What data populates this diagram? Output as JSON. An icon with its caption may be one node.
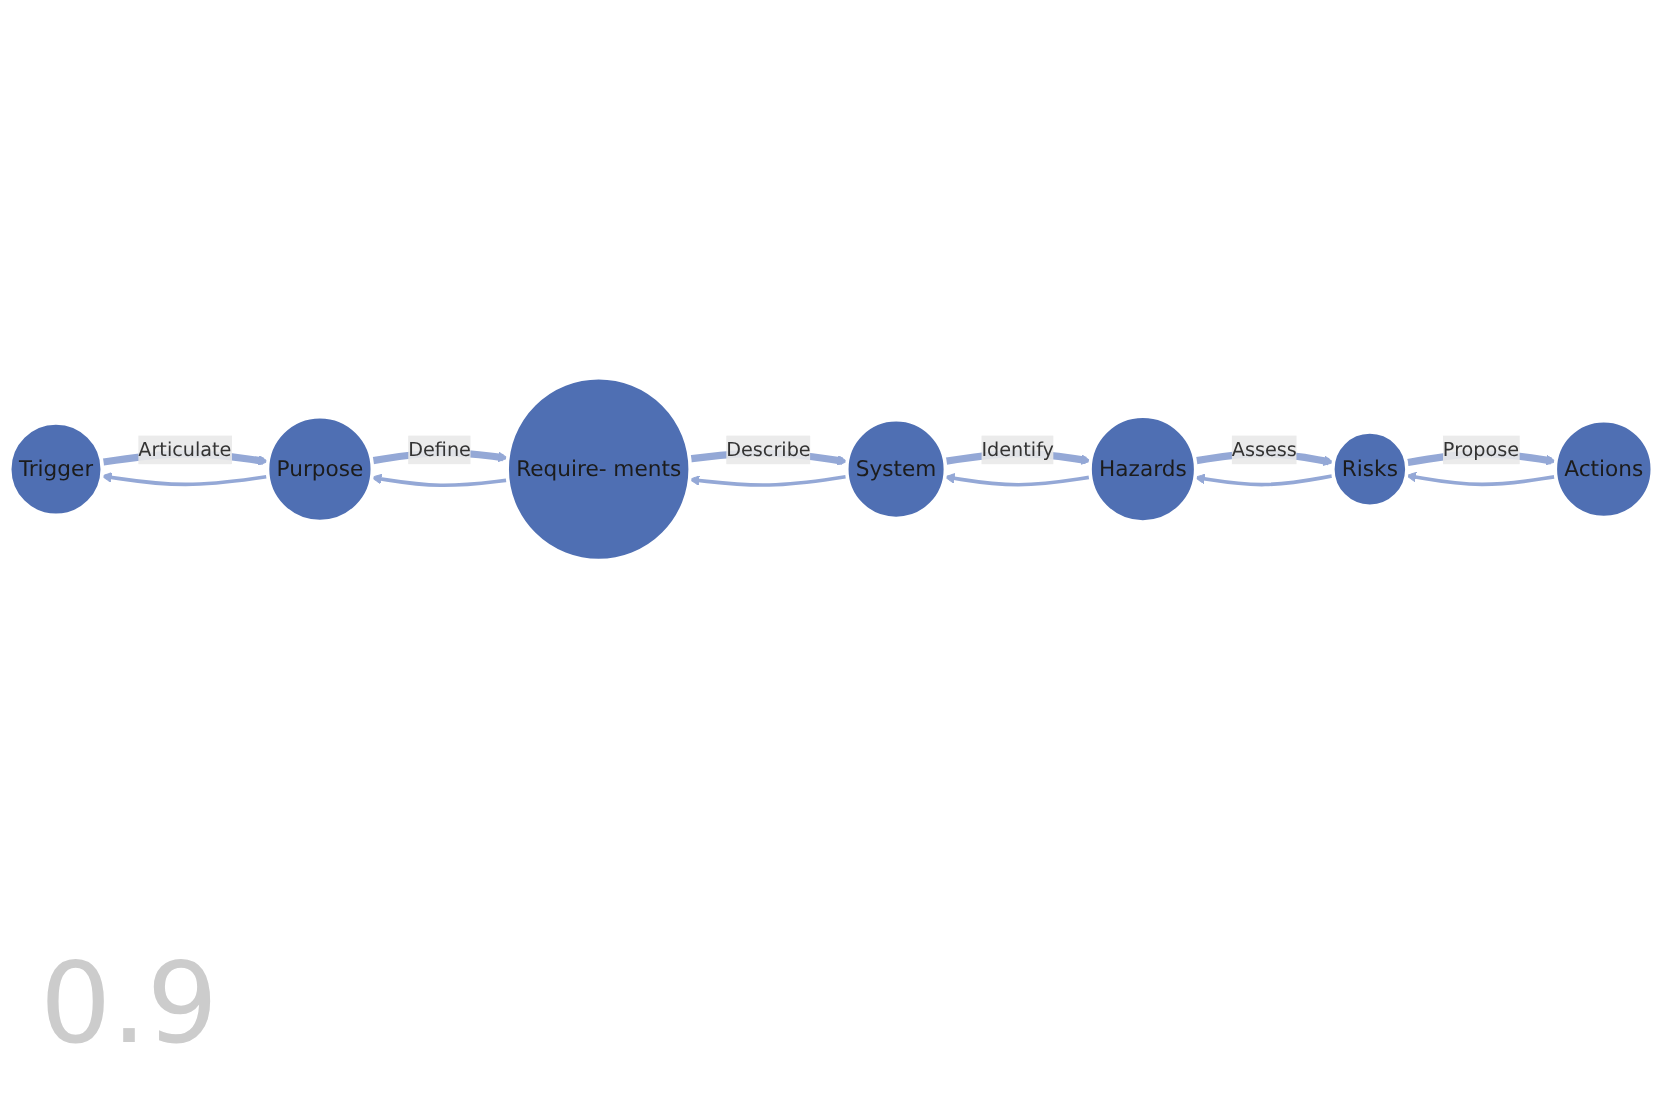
{
  "diagram": {
    "nodes": [
      {
        "text": [
          "Trigger"
        ]
      },
      {
        "text": [
          "Purpose"
        ]
      },
      {
        "text": [
          "Require- ments"
        ]
      },
      {
        "text": [
          "System"
        ]
      },
      {
        "text": [
          "Hazards"
        ]
      },
      {
        "text": [
          "Risks"
        ]
      },
      {
        "text": [
          "Actions"
        ]
      }
    ],
    "edges": [
      {
        "from": 0,
        "to": 1,
        "label": "Articulate",
        "arrow": "to",
        "style": "thick"
      },
      {
        "from": 1,
        "to": 2,
        "label": "Define",
        "arrow": "to",
        "style": "thick"
      },
      {
        "from": 2,
        "to": 3,
        "label": "Describe",
        "arrow": "to",
        "style": "thick"
      },
      {
        "from": 3,
        "to": 4,
        "label": "Identify",
        "arrow": "to",
        "style": "thick"
      },
      {
        "from": 4,
        "to": 5,
        "label": "Assess",
        "arrow": "to",
        "style": "thick"
      },
      {
        "from": 5,
        "to": 6,
        "label": "Propose",
        "arrow": "to",
        "style": "thick"
      },
      {
        "from": 1,
        "to": 0,
        "arrow": "to"
      },
      {
        "from": 2,
        "to": 1,
        "arrow": "to"
      },
      {
        "from": 3,
        "to": 2,
        "arrow": "to"
      },
      {
        "from": 4,
        "to": 3,
        "arrow": "to"
      },
      {
        "from": 5,
        "to": 4,
        "arrow": "to"
      },
      {
        "from": 6,
        "to": 5,
        "arrow": "to"
      }
    ],
    "labels": [
      "0.9"
    ]
  }
}
